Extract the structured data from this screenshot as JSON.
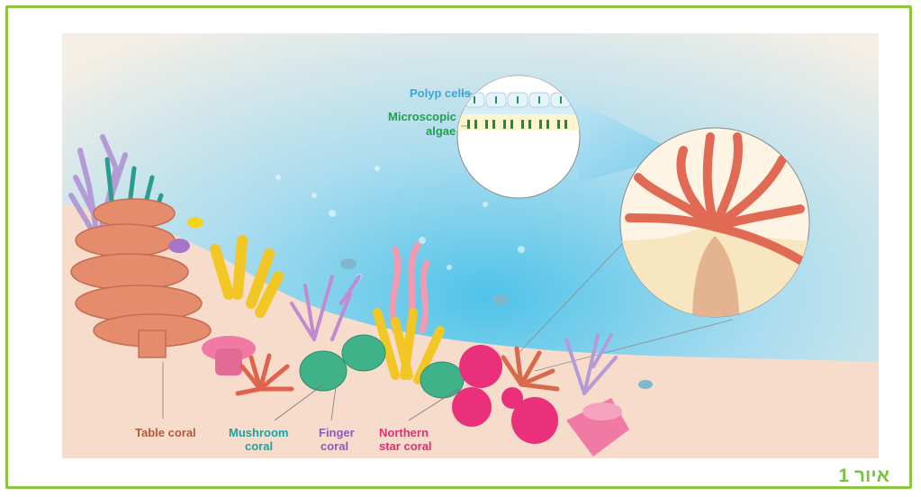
{
  "figure": {
    "caption": "איור 1",
    "caption_color": "#7cc242",
    "frame_color": "#8cc63f"
  },
  "labels": {
    "polyp_cells": "Polyp cells",
    "microscopic_algae_line1": "Microscopic",
    "microscopic_algae_line2": "algae",
    "table_coral": "Table coral",
    "mushroom_coral_line1": "Mushroom",
    "mushroom_coral_line2": "coral",
    "finger_coral_line1": "Finger",
    "finger_coral_line2": "coral",
    "northern_star_line1": "Northern",
    "northern_star_line2": "star coral"
  },
  "colors": {
    "polyp_cells": "#3aa7d8",
    "microscopic_algae": "#22a04b",
    "table_coral": "#b5573f",
    "mushroom_coral": "#1aa3a3",
    "finger_coral": "#8e5ab8",
    "northern_star": "#e0306f"
  }
}
